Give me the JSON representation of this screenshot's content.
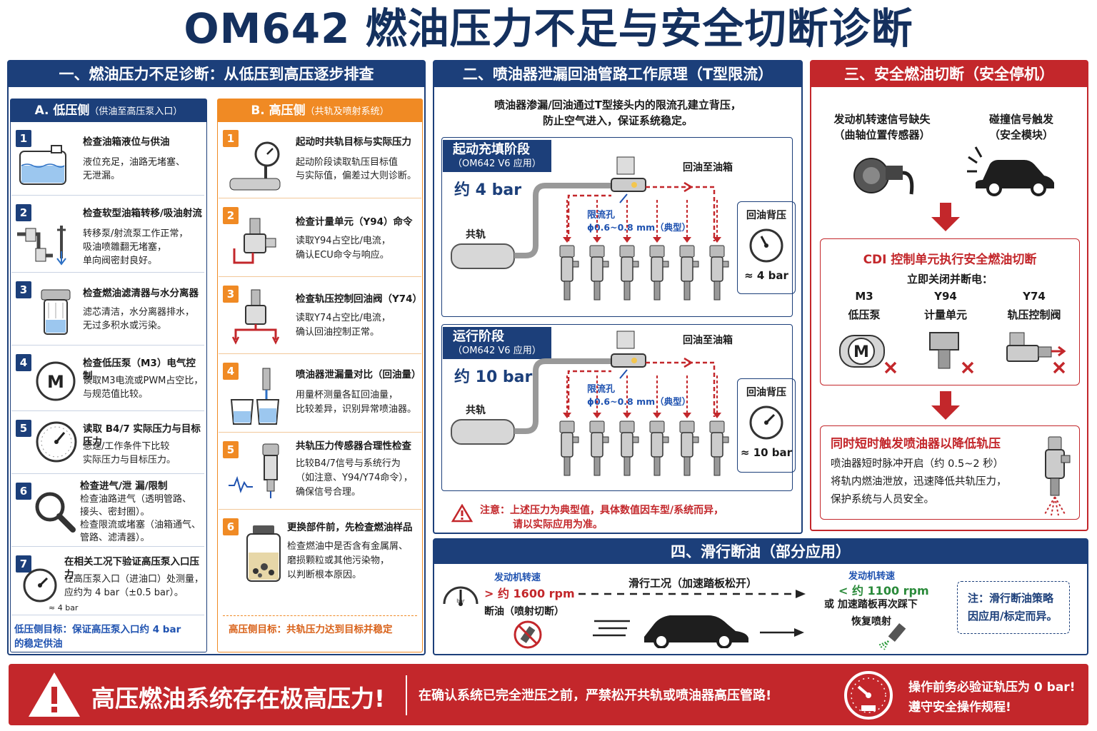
{
  "title": "OM642 燃油压力不足与安全切断诊断",
  "s1": {
    "header": "一、燃油压力不足诊断：从低压到高压逐步排查",
    "a": {
      "header": "A. 低压侧",
      "header_note": "（供油至高压泵入口）",
      "steps": [
        {
          "num": "1",
          "title": "检查油箱液位与供油",
          "desc": [
            "液位充足，油路无堵塞、",
            "无泄漏。"
          ]
        },
        {
          "num": "2",
          "title": "检查软型油箱转移/吸油射流",
          "desc": [
            "转移泵/射流泵工作正常，",
            "吸油喷雛翻无堵塞，",
            "单向阀密封良好。"
          ]
        },
        {
          "num": "3",
          "title": "检查燃油滤清器与水分离器",
          "desc": [
            "滤芯清洁，水分离器排水，",
            "无过多积水或污染。"
          ]
        },
        {
          "num": "4",
          "title": "检查低压泵（M3）电气控制",
          "desc": [
            "读取M3电流或PWM占空比，",
            "与规范值比较。"
          ]
        },
        {
          "num": "5",
          "title": "读取 B4/7 实际压力与目标压力",
          "desc": [
            "怠速/工作条件下比较",
            "实际压力与目标压力。"
          ]
        },
        {
          "num": "6",
          "title": "检查进气/泄 漏/限制",
          "desc": [
            "检查油路进气（透明管路、",
            "接头、密封圈）。",
            "检查限流或堵塞（油箱通气、",
            "管路、滤清器）。"
          ]
        },
        {
          "num": "7",
          "title": "在相关工况下验证高压泵入口压力",
          "desc": [
            "在高压泵入口（进油口）处测量，",
            "应约为 4 bar（±0.5 bar）。"
          ],
          "gauge": "≈ 4 bar"
        }
      ],
      "goal": [
        "低压侧目标：保证高压泵入口约 4 bar",
        "的稳定供油"
      ]
    },
    "b": {
      "header": "B. 高压侧",
      "header_note": "（共轨及喷射系统）",
      "steps": [
        {
          "num": "1",
          "title": "起动时共轨目标与实际压力",
          "desc": [
            "起动阶段读取轨压目标值",
            "与实际值，偏差过大则诊断。"
          ]
        },
        {
          "num": "2",
          "title": "检查计量单元（Y94）命令",
          "desc": [
            "读取Y94占空比/电流，",
            "确认ECU命令与响应。"
          ]
        },
        {
          "num": "3",
          "title": "检查轨压控制回油阀（Y74）",
          "desc": [
            "读取Y74占空比/电流，",
            "确认回油控制正常。"
          ]
        },
        {
          "num": "4",
          "title": "喷油器泄漏量对比（回油量）",
          "desc": [
            "用量杯测量各缸回油量，",
            "比较差异，识别异常喷油器。"
          ]
        },
        {
          "num": "5",
          "title": "共轨压力传感器合理性检查",
          "desc": [
            "比较B4/7信号与系统行为",
            "（如注意、Y94/Y74命令），",
            "确保信号合理。"
          ]
        },
        {
          "num": "6",
          "title": "更换部件前，先检查燃油样品",
          "desc": [
            "检查燃油中是否含有金属屑、",
            "磨损颗粒或其他污染物，",
            "以判断根本原因。"
          ]
        }
      ],
      "goal": "高压侧目标：共轨压力达到目标并稳定"
    }
  },
  "s2": {
    "header": "二、喷油器泄漏回油管路工作原理（T型限流）",
    "intro": [
      "喷油器渗漏/回油通过T型接头内的限流孔建立背压，",
      "防止空气进入，保证系统稳定。"
    ],
    "phases": [
      {
        "name": "起动充填阶段",
        "model": "（OM642 V6 应用）",
        "bar": "约 4 bar",
        "rail": "共轨",
        "return": "回油至油箱",
        "orifice": "限流孔",
        "orifice_dim": "ϕ0.6~0.8 mm（典型）",
        "back": "回油背压",
        "back_val": "≈ 4 bar"
      },
      {
        "name": "运行阶段",
        "model": "（OM642 V6 应用）",
        "bar": "约 10 bar",
        "rail": "共轨",
        "return": "回油至油箱",
        "orifice": "限流孔",
        "orifice_dim": "ϕ0.6~0.8 mm（典型）",
        "back": "回油背压",
        "back_val": "≈ 10 bar"
      }
    ],
    "note": [
      "注意：上述压力为典型值，具体数值因车型/系统而异，",
      "请以实际应用为准。"
    ]
  },
  "s3": {
    "header": "三、安全燃油切断（安全停机）",
    "trigger1": [
      "发动机转速信号缺失",
      "（曲轴位置传感器）"
    ],
    "trigger2": [
      "碰撞信号触发",
      "（安全模块）"
    ],
    "cdi_title": "CDI 控制单元执行安全燃油切断",
    "cdi_sub": "立即关闭并断电：",
    "parts": [
      {
        "code": "M3",
        "name": "低压泵"
      },
      {
        "code": "Y94",
        "name": "计量单元"
      },
      {
        "code": "Y74",
        "name": "轨压控制阀"
      }
    ],
    "inj_title": "同时短时触发喷油器以降低轨压",
    "inj_desc": [
      "喷油器短时脉冲开启（约 0.5~2 秒）",
      "将轨内燃油泄放，迅速降低共轨压力，",
      "保护系统与人员安全。"
    ]
  },
  "s4": {
    "header": "四、滑行断油（部分应用）",
    "left_label": "发动机转速",
    "left_val": "> 约 1600 rpm",
    "left_action": "断油（喷射切断）",
    "gauge_unit": "bar",
    "middle": "滑行工况（加速踏板松开）",
    "right_label": "发动机转速",
    "right_val": "< 约 1100 rpm",
    "right_cond": "或 加速踏板再次踩下",
    "right_action": "恢复喷射",
    "note": [
      "注：滑行断油策略",
      "因应用/标定而异。"
    ]
  },
  "footer": {
    "warn_big": "高压燃油系统存在极高压力!",
    "warn_mid": "在确认系统已完全泄压之前，严禁松开共轨或喷油器高压管路!",
    "warn_right": [
      "操作前务必验证轨压为 0 bar!",
      "遵守安全操作规程!"
    ]
  },
  "colors": {
    "navy": "#1c3f7a",
    "red": "#c3272b",
    "orange": "#f08a24",
    "blue_text": "#1f52b0"
  }
}
